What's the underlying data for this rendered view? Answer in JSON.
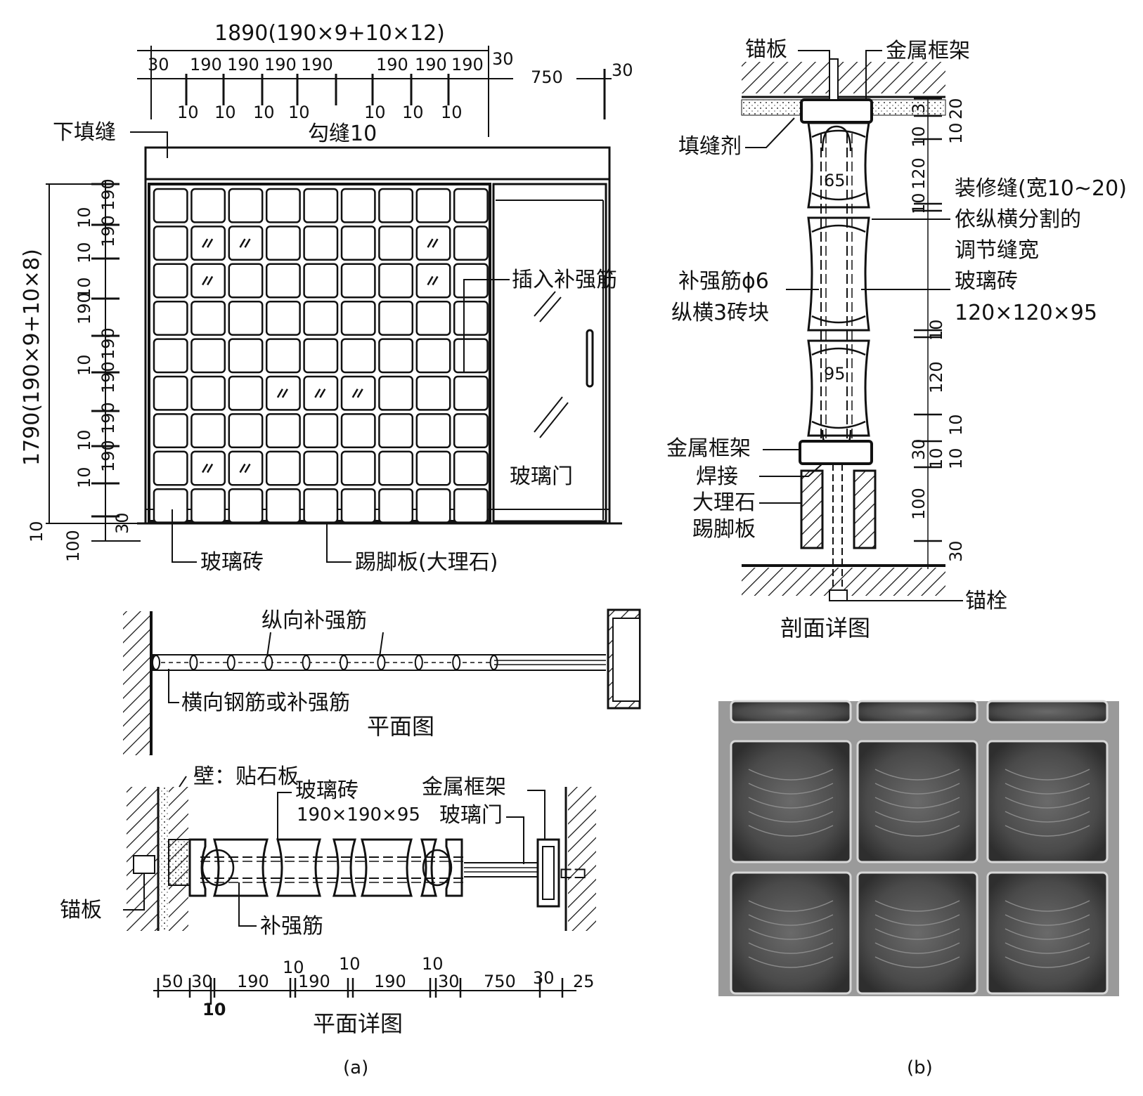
{
  "elevation": {
    "overall_width_dim": "1890(190×9+10×12)",
    "top_dims": [
      "30",
      "190",
      "190",
      "190",
      "190",
      "190",
      "190",
      "190",
      "30",
      "750",
      "30"
    ],
    "joint_dims": [
      "10",
      "10",
      "10",
      "10",
      "10",
      "10",
      "10"
    ],
    "overall_height_dim": "1790(190×9+10×8)",
    "left_dims": [
      "190",
      "10",
      "190",
      "10",
      "190",
      "190",
      "10",
      "190",
      "10",
      "190",
      "10",
      "190",
      "10",
      "30",
      "10",
      "100"
    ],
    "labels": {
      "bottom_fill_joint": "下填缝",
      "pointing_joint": "勾缝10",
      "insert_rebar": "插入补强筋",
      "glass_block": "玻璃砖",
      "skirting": "踢脚板(大理石)",
      "glass_door": "玻璃门"
    }
  },
  "plan": {
    "title": "平面图",
    "labels": {
      "longitudinal_rebar": "纵向补强筋",
      "transverse_rebar": "横向钢筋或补强筋"
    }
  },
  "plan_detail": {
    "title": "平面详图",
    "labels": {
      "wall_stone": "壁：贴石板",
      "glass_block": "玻璃砖",
      "glass_block_size": "190×190×95",
      "metal_frame": "金属框架",
      "glass_door": "玻璃门",
      "anchor_plate": "锚板",
      "rebar": "补强筋"
    },
    "dims": [
      "50",
      "30",
      "190",
      "10",
      "190",
      "10",
      "190",
      "10",
      "30",
      "750",
      "30",
      "25",
      "10"
    ]
  },
  "section": {
    "title": "剖面详图",
    "labels": {
      "anchor_plate": "锚板",
      "metal_frame_top": "金属框架",
      "sealant": "填缝剂",
      "decor_joint": "装修缝(宽10~20)",
      "adjust_joint_1": "依纵横分割的",
      "adjust_joint_2": "调节缝宽",
      "rebar_1": "补强筋ϕ6",
      "rebar_2": "纵横3砖块",
      "glass_block": "玻璃砖",
      "glass_block_size": "120×120×95",
      "metal_frame_bottom": "金属框架",
      "weld": "焊接",
      "marble_1": "大理石",
      "marble_2": "踢脚板",
      "anchor_bolt": "锚栓"
    },
    "dims": [
      "3",
      "20",
      "10",
      "10",
      "120",
      "10",
      "65",
      "10",
      "120",
      "95",
      "10",
      "10",
      "30",
      "10",
      "100",
      "30"
    ]
  },
  "captions": {
    "a": "(a)",
    "b": "(b)"
  }
}
